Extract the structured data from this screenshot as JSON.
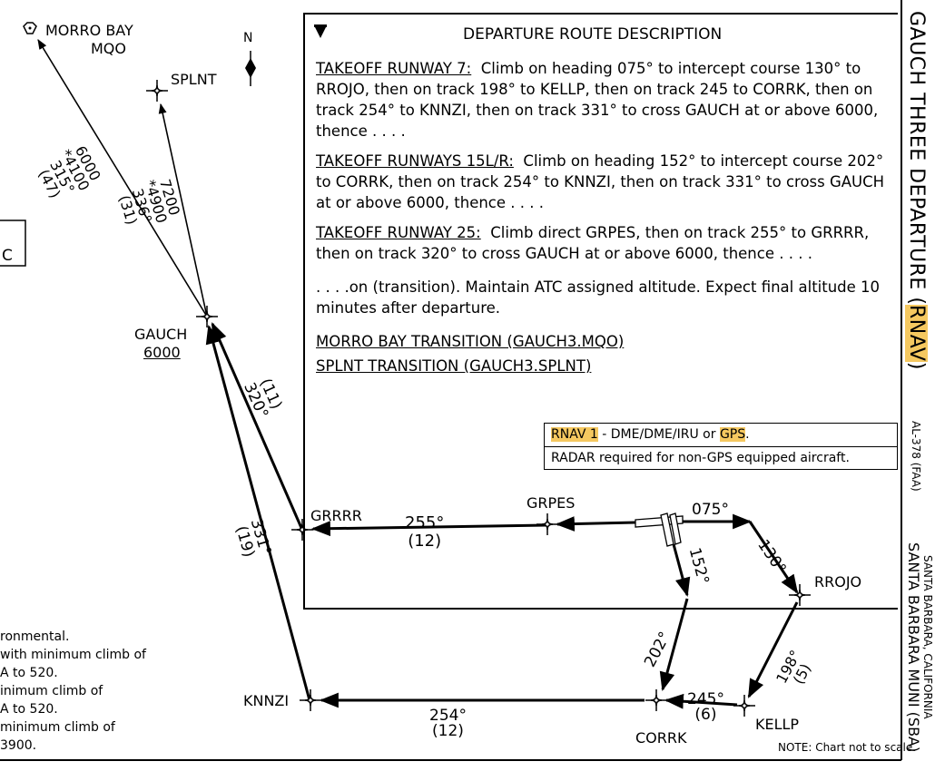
{
  "title": "GAUCH THREE DEPARTURE",
  "title_suffix": "RNAV",
  "form_id": "AL-378 (FAA)",
  "airport": "SANTA BARBARA MUNI (SBA)",
  "location": "SANTA BARBARA, CALIFORNIA",
  "description_header": "DEPARTURE ROUTE DESCRIPTION",
  "takeoff_7_heading": "TAKEOFF RUNWAY 7:",
  "takeoff_7_text": "Climb on heading 075° to intercept course 130° to RROJO, then on track 198° to KELLP, then on track 245 to CORRK, then on track 254° to KNNZI, then on track 331° to cross GAUCH at or above 6000, thence . . . .",
  "takeoff_15_heading": "TAKEOFF RUNWAYS 15L/R:",
  "takeoff_15_text": "Climb on heading 152° to intercept course 202° to CORRK, then on track 254° to KNNZI, then on track 331° to cross GAUCH at or above 6000, thence . . . .",
  "takeoff_25_heading": "TAKEOFF RUNWAY 25:",
  "takeoff_25_text": "Climb direct GRPES, then on track 255° to GRRRR, then on track 320° to cross GAUCH at or above 6000, thence . . . .",
  "transition_text": ". . . .on (transition). Maintain ATC assigned altitude. Expect final altitude 10 minutes after departure.",
  "transition_1": "MORRO BAY TRANSITION (GAUCH3.MQO)",
  "transition_2": "SPLNT TRANSITION (GAUCH3.SPLNT)",
  "rnav_label": "RNAV 1",
  "rnav_mid": " - DME/DME/IRU or ",
  "gps_label": "GPS",
  "rnav_end": ".",
  "radar_note": "RADAR required for non-GPS equipped aircraft.",
  "scale_note": "NOTE: Chart not to scale.",
  "north_label": "N",
  "left_edge_letter": "C",
  "fixes": {
    "morro_bay": "MORRO BAY",
    "mqo": "MQO",
    "splnt": "SPLNT",
    "gauch": "GAUCH",
    "gauch_alt": "6000",
    "grrrr": "GRRRR",
    "grpes": "GRPES",
    "rrojo": "RROJO",
    "kellp": "KELLP",
    "corrk": "CORRK",
    "knnzi": "KNNZI"
  },
  "legs": {
    "mqo_mea": "6000",
    "mqo_moca": "*4100",
    "mqo_course": "315°",
    "mqo_dist": "(47)",
    "splnt_mea": "7200",
    "splnt_moca": "*4900",
    "splnt_course": "336°",
    "splnt_dist": "(31)",
    "grrrr_gauch_dist": "(11)",
    "grrrr_gauch_course": "320°",
    "knnzi_gauch_course": "331°",
    "knnzi_gauch_dist": "(19)",
    "grpes_grrrr_course": "255°",
    "grpes_grrrr_dist": "(12)",
    "rwy7_heading": "075°",
    "rwy7_course": "130°",
    "rwy15_heading": "152°",
    "rrojo_kellp_course": "198°",
    "rrojo_kellp_dist": "(5)",
    "kellp_corrk_course": "245°",
    "kellp_corrk_dist": "(6)",
    "rwy15_course": "202°",
    "corrk_knnzi_course": "254°",
    "corrk_knnzi_dist": "(12)"
  },
  "left_notes": [
    "ronmental.",
    " with minimum climb of",
    "A to 520.",
    "inimum climb of",
    "A to 520.",
    " minimum climb of",
    "3900."
  ],
  "colors": {
    "highlight": "#f5c860",
    "ink": "#000000"
  }
}
